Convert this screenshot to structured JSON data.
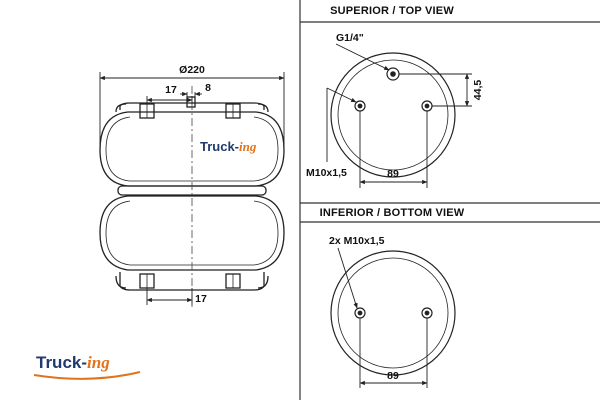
{
  "views": {
    "top_title": "SUPERIOR / TOP VIEW",
    "bottom_title": "INFERIOR / BOTTOM VIEW"
  },
  "side": {
    "diameter": "Ø220",
    "top_dim_a": "17",
    "top_dim_b": "8",
    "bottom_dim": "17"
  },
  "top_view": {
    "thread": "G1/4\"",
    "height_dim": "44,5",
    "bolt_label": "M10x1,5",
    "spacing": "89"
  },
  "bottom_view": {
    "bolt_label": "2x M10x1,5",
    "spacing": "89"
  },
  "brand": {
    "name_main": "Truck-",
    "name_suffix": "ing"
  },
  "colors": {
    "line": "#222222",
    "brand_blue": "#1f3a6e",
    "brand_orange": "#e0731d"
  }
}
